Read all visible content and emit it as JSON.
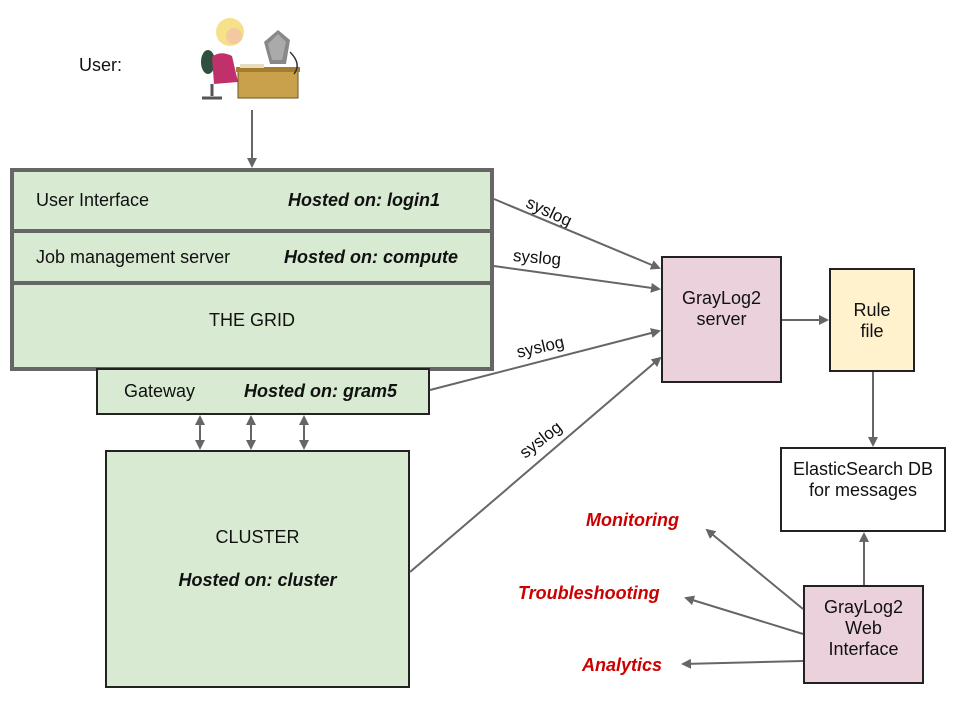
{
  "user": {
    "label": "User:",
    "illustration": "user-at-computer-icon"
  },
  "grid": {
    "title": "THE GRID",
    "rows": [
      {
        "name": "User Interface",
        "hosted": "Hosted on: login1"
      },
      {
        "name": "Job management server",
        "hosted": "Hosted on: compute"
      }
    ],
    "fill": "#d9ead3",
    "border": "#666666"
  },
  "gateway": {
    "name": "Gateway",
    "hosted": "Hosted on: gram5"
  },
  "cluster": {
    "title": "CLUSTER",
    "hosted": "Hosted on: cluster"
  },
  "syslog_labels": [
    "syslog",
    "syslog",
    "syslog",
    "syslog"
  ],
  "graylog_server": {
    "line1": "GrayLog2",
    "line2": "server",
    "fill": "#ead1dc"
  },
  "rule_file": {
    "line1": "Rule",
    "line2": "file",
    "fill": "#fff2cc"
  },
  "elasticsearch": {
    "line1": "ElasticSearch DB",
    "line2": "for messages"
  },
  "web_interface": {
    "line1": "GrayLog2",
    "line2": "Web",
    "line3": "Interface",
    "fill": "#ead1dc"
  },
  "uses": [
    "Monitoring",
    "Troubleshooting",
    "Analytics"
  ],
  "colors": {
    "arrow": "#666666",
    "use_text": "#cc0000"
  }
}
